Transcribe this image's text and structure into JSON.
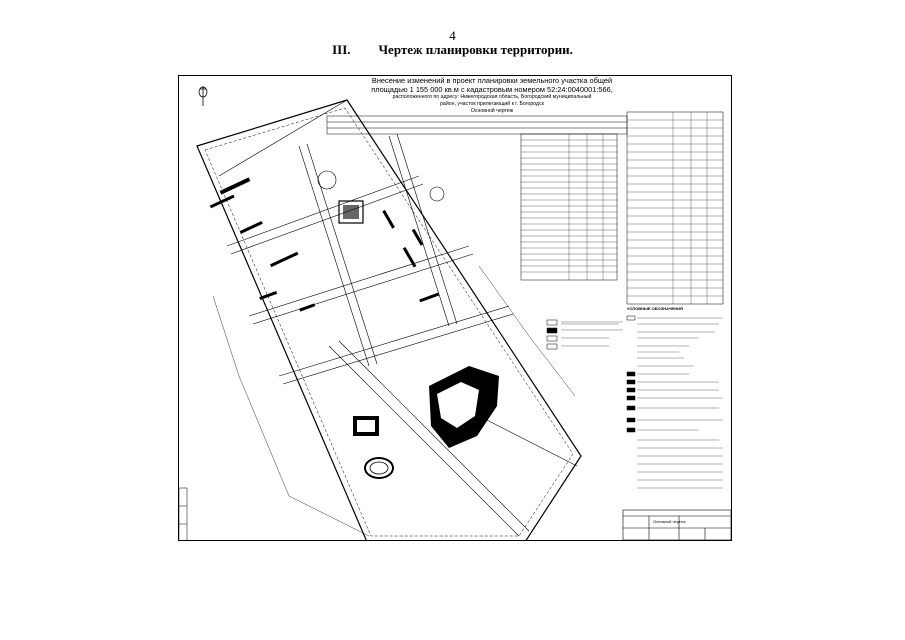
{
  "page": {
    "number": "4",
    "section_numeral": "III.",
    "section_title": "Чертеж планировки территории."
  },
  "drawing": {
    "header_line1": "Внесение изменений в проект планировки земельного участка общей",
    "header_line2": "площадью 1 155 000 кв.м с кадастровым номером 52:24:0040001:566,",
    "header_line3": "расположенного по адресу: Нижегородская область, Богородский муниципальный",
    "header_line4": "район, участок прилегающий к г. Богородск",
    "header_line5": "Основной чертеж",
    "legend_title": "УСЛОВНЫЕ ОБОЗНАЧЕНИЯ",
    "title_block_label": "Основной чертеж"
  }
}
